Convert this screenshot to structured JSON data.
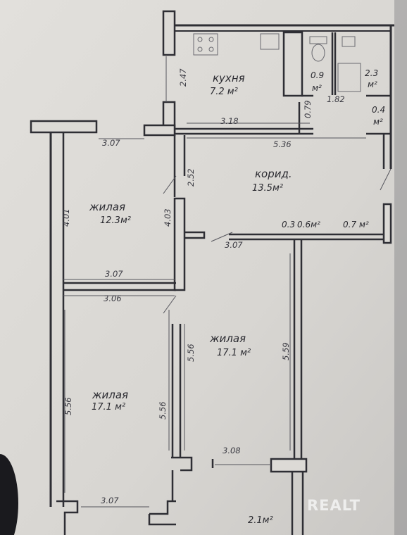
{
  "rooms": {
    "kitchen": {
      "name": "кухня",
      "area": "7.2 м²"
    },
    "wc": {
      "area_num": "0.9",
      "area_unit": "м²"
    },
    "bath": {
      "area_num": "2.3",
      "area_unit": "м²"
    },
    "closet": {
      "area_num": "0.4",
      "area_unit": "м²"
    },
    "corridor": {
      "name": "корид.",
      "area": "13.5м²"
    },
    "storage": {
      "a": "0.3",
      "b": "0.6м²",
      "c": "0.7 м²"
    },
    "living_small": {
      "name": "жилая",
      "area": "12.3м²"
    },
    "living_center": {
      "name": "жилая",
      "area": "17.1 м²"
    },
    "living_left": {
      "name": "жилая",
      "area": "17.1 м²"
    },
    "balcony": {
      "area": "2.1м²"
    }
  },
  "dimensions": {
    "d_247": "2.47",
    "d_079": "0.79",
    "d_182": "1.82",
    "d_307_top": "3.07",
    "d_318": "3.18",
    "d_536": "5.36",
    "d_252": "2.52",
    "d_401": "4.01",
    "d_403": "4.03",
    "d_307_mid": "3.07",
    "d_307_low": "3.07",
    "d_306": "3.06",
    "d_556_a": "5.56",
    "d_559": "5.59",
    "d_556_b": "5.56",
    "d_556_c": "5.56",
    "d_308": "3.08",
    "d_307_bottom": "3.07"
  },
  "watermark": "REALT",
  "colors": {
    "paper": "#dcdad6",
    "wall": "#2e2e34",
    "ink": "#2a2a30"
  }
}
